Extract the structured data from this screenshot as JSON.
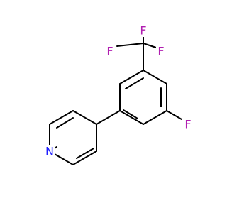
{
  "molecule": {
    "atoms": {
      "F1": {
        "symbol": "F",
        "color": "#B01EB0"
      },
      "F2": {
        "symbol": "F",
        "color": "#B01EB0"
      },
      "F3": {
        "symbol": "F",
        "color": "#B01EB0"
      },
      "F4": {
        "symbol": "F",
        "color": "#B01EB0"
      },
      "N1": {
        "symbol": "N",
        "color": "#2020FF"
      }
    },
    "bond_color": "#000000",
    "background": "#FFFFFF"
  }
}
